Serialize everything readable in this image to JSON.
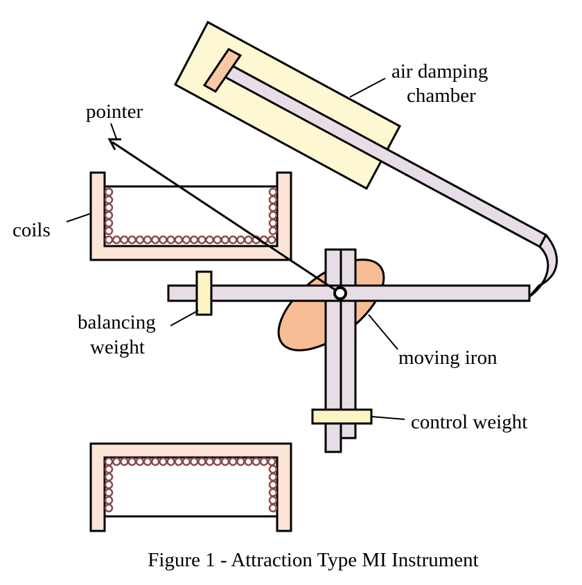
{
  "caption": "Figure 1 - Attraction Type MI Instrument",
  "labels": {
    "air_damping_line1": "air damping",
    "air_damping_line2": "chamber",
    "pointer": "pointer",
    "coils": "coils",
    "balancing_line1": "balancing",
    "balancing_line2": "weight",
    "moving_iron": "moving iron",
    "control_weight": "control weight"
  },
  "colors": {
    "coil_frame": "#fde4d8",
    "coil_ring": "#8a4a4a",
    "arm": "#e6dde6",
    "chamber": "#fdf8d2",
    "piston": "#f9c9a5",
    "iron": "#f7bd94",
    "weight": "#fdf4c4",
    "stroke": "#000000"
  }
}
